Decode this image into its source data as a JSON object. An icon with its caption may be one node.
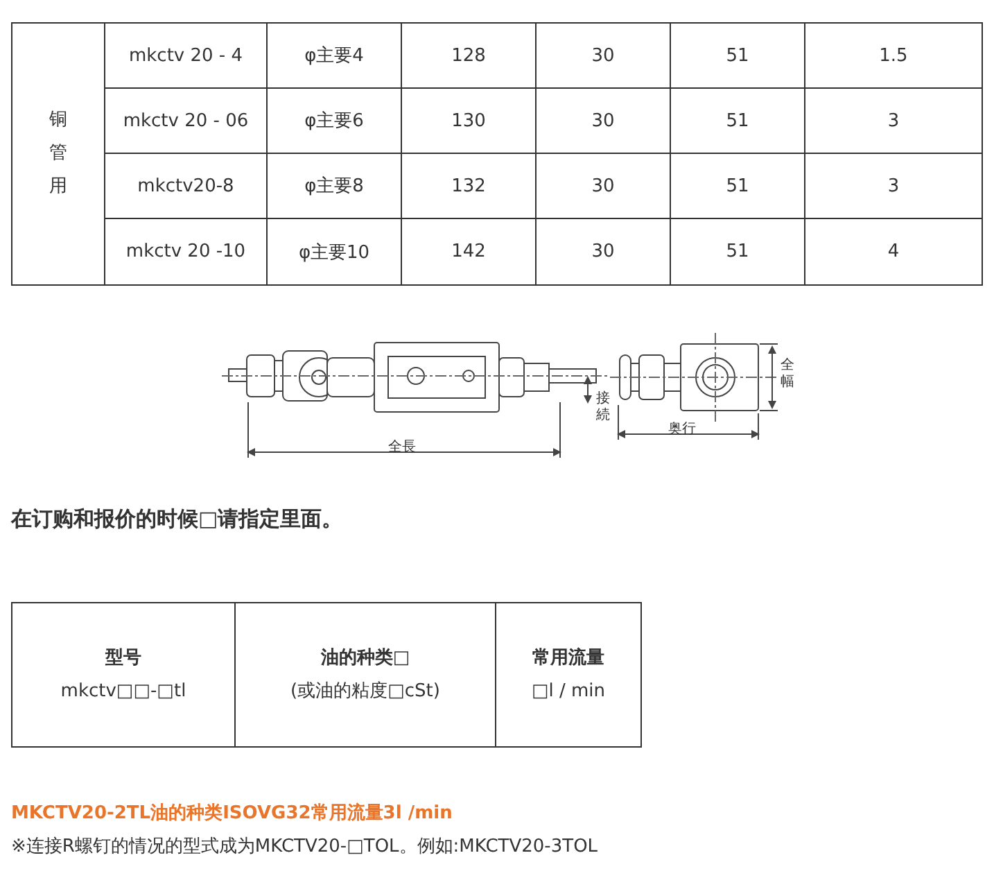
{
  "diagram": {
    "labels": [
      "铜管用",
      "mkctv 20 - 4",
      "φ主要4",
      "128",
      "30",
      "51",
      "1.5",
      "mkctv 20 - 06",
      "φ主要6",
      "130",
      "30",
      "51",
      "3",
      "mkctv20-8",
      "φ主要8",
      "132",
      "30",
      "51",
      "3",
      "mkctv 20 -10",
      "φ主要10",
      "142",
      "30",
      "51",
      "4",
      "接続",
      "全幅",
      "奥行",
      "全長",
      "在订购和报价的时候□请指定里面。",
      "型号",
      "mkctv□□-□tl",
      "油的种类□",
      "(或油的粘度□cSt)",
      "常用流量",
      "□l / min",
      "MKCTV20-2TL油的种类ISOVG32常用流量3l /min",
      "※连接R螺钉的情况的型式成为MKCTV20-□TOL。例如:MKCTV20-3TOL"
    ]
  }
}
